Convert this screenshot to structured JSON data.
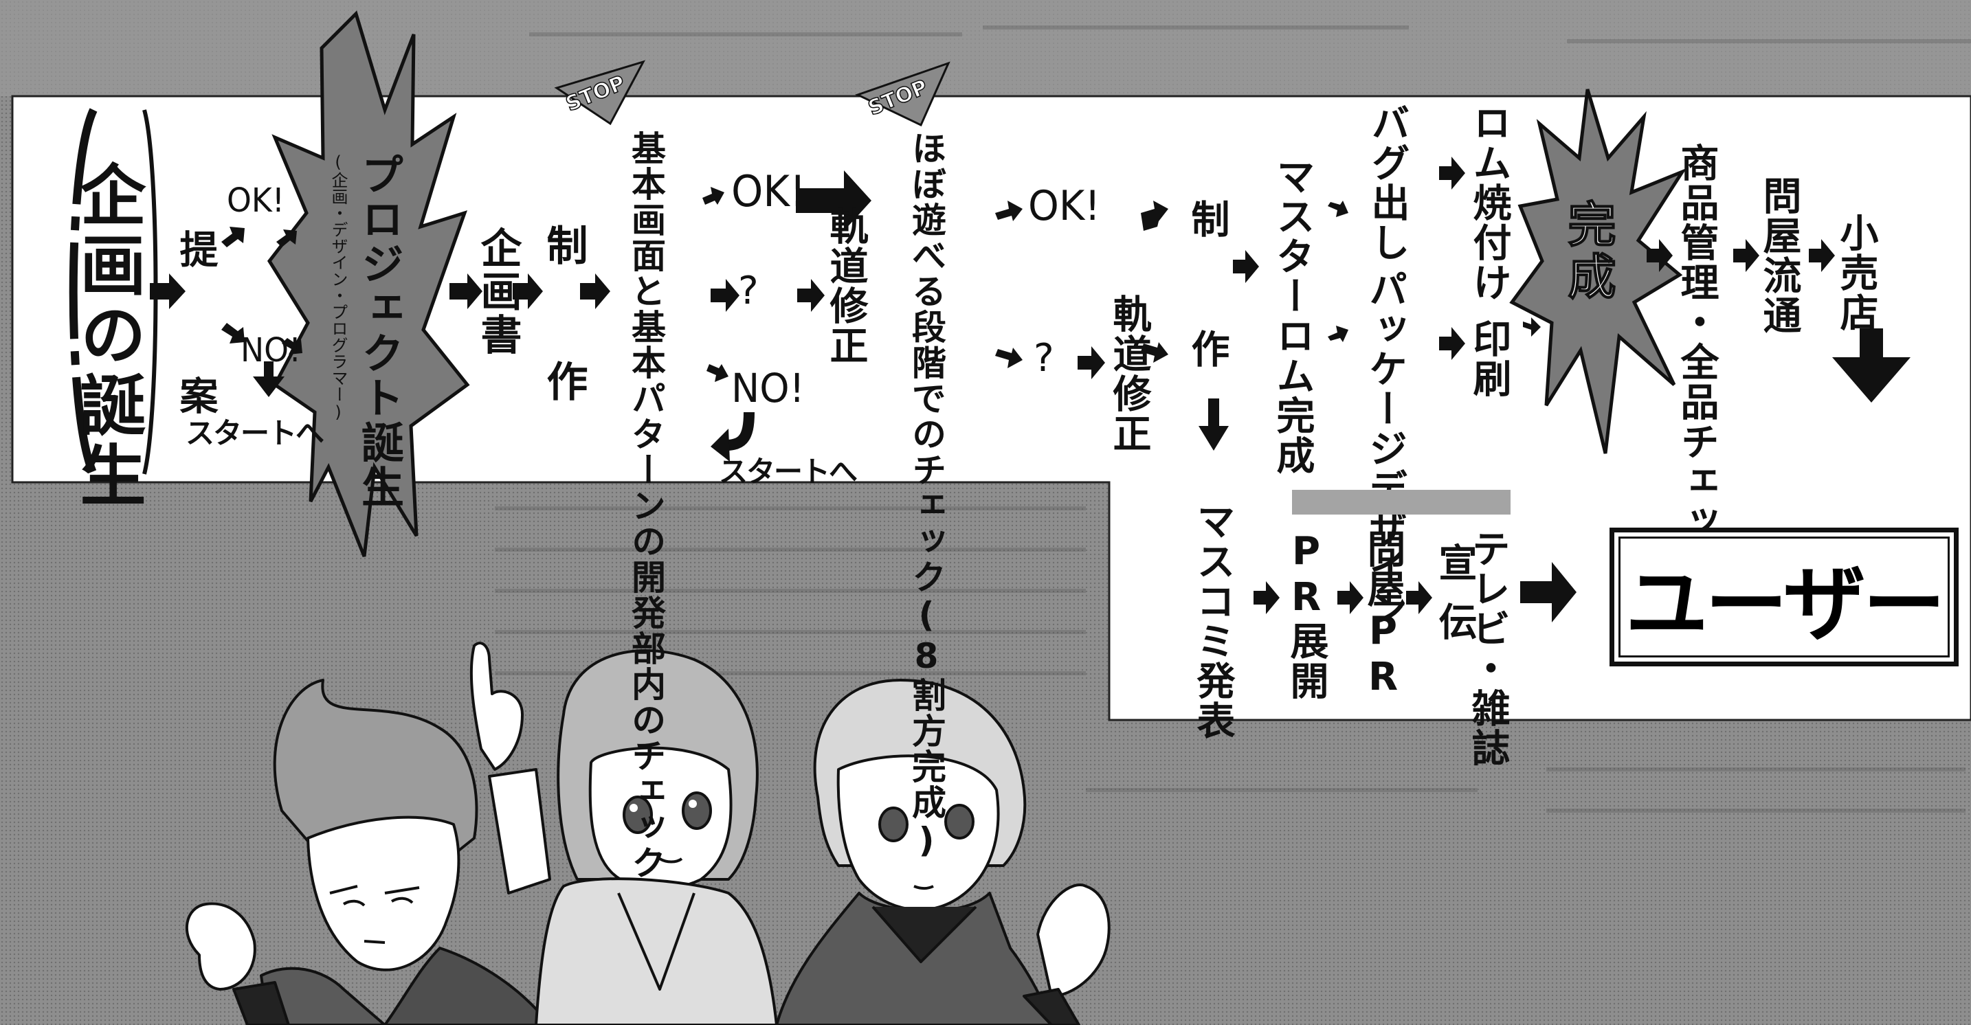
{
  "nodes": {
    "birth": "企画の誕生",
    "propose": "提 案",
    "ok1": "OK!",
    "no1": "NO!",
    "to_start1": "スタートへ",
    "project_birth": "プロジェクト誕生",
    "project_sub": "(企画・デザイン・プログラマー)",
    "plan_doc": "企画書",
    "produce1": "制 作",
    "internal_check": "基本画面と基本パターンの開発部内のチェック",
    "ok2": "OK!",
    "q1": "?",
    "no2": "NO!",
    "to_start2": "スタートへ",
    "correct1": "軌道修正",
    "playable_check": "ほぼ遊べる段階でのチェック(8割方完成)",
    "ok3": "OK!",
    "q2": "?",
    "correct2": "軌道修正",
    "produce2": "制 作",
    "master_rom": "マスターロム完成",
    "debug": "バグ出し",
    "package_design": "パッケージデザイン",
    "rom_burn": "ロム焼付け",
    "print": "印刷",
    "complete": "完成",
    "product_check": "商品管理・全品チェック",
    "wholesale": "問屋流通",
    "retail": "小売店",
    "media": "マスコミ発表",
    "pr_deploy": "PR展開",
    "wholesale_pr": "問屋PR",
    "tv_mag": "テレビ・雑誌",
    "ad": "宣伝",
    "user": "ユーザー",
    "stop1": "STOP",
    "stop2": "STOP"
  },
  "colors": {
    "paper": "#ffffff",
    "background_scan": "#8d8d8d",
    "burst": "#7a7a7a",
    "ink": "#111111"
  },
  "illustration": {
    "characters": [
      "boy-left",
      "girl-center",
      "boy-right"
    ],
    "icon": "manga-characters-illustration"
  }
}
